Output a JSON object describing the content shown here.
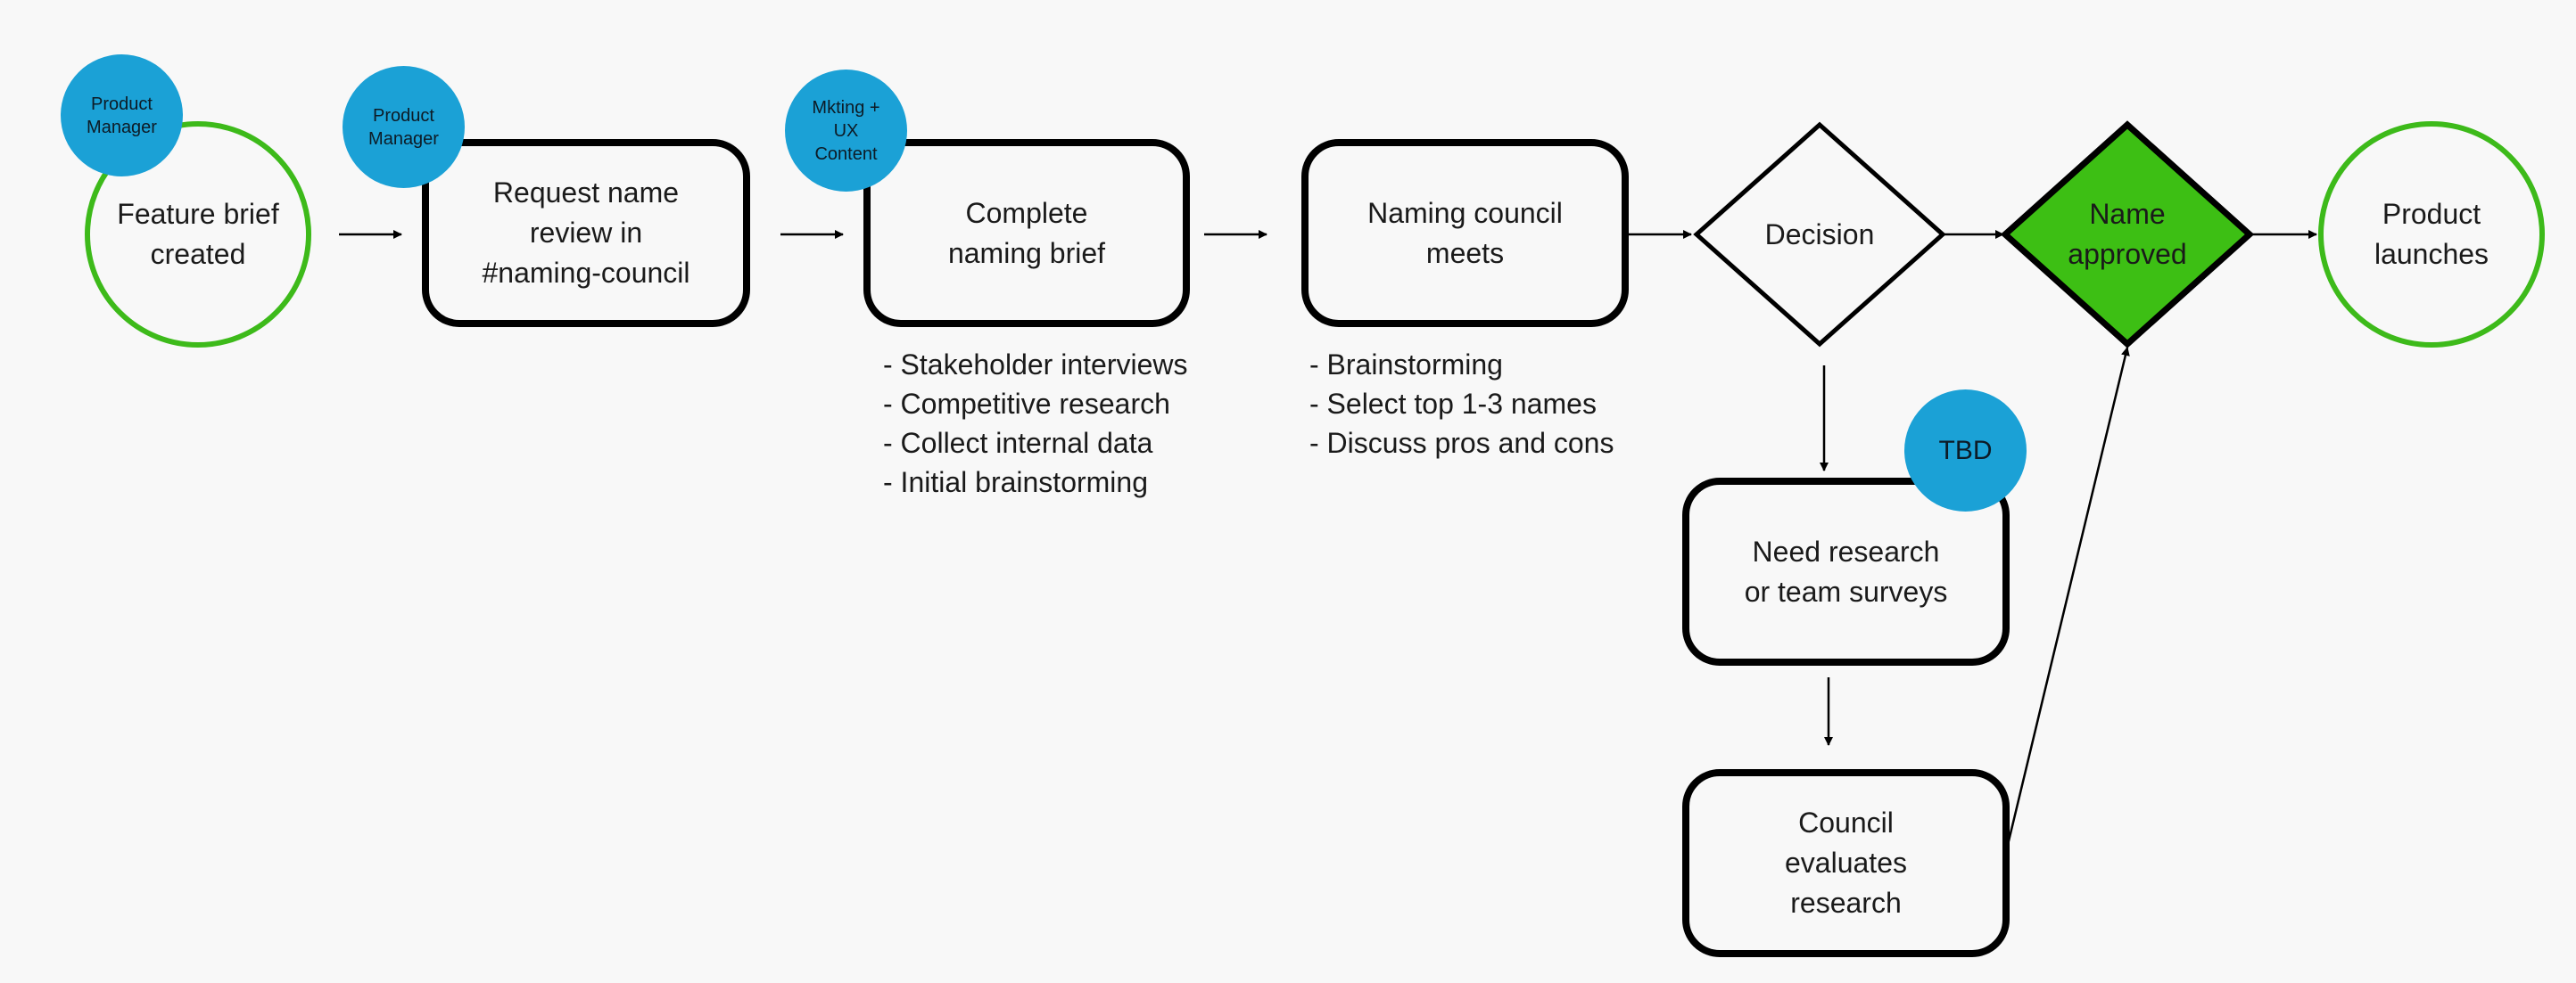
{
  "nodes": {
    "feature_brief": "Feature brief\ncreated",
    "request_review": "Request name\nreview in\n#naming-council",
    "complete_brief": "Complete\nnaming brief",
    "council_meets": "Naming council\nmeets",
    "decision": "Decision",
    "name_approved": "Name\napproved",
    "product_launches": "Product\nlaunches",
    "need_research": "Need research\nor team surveys",
    "council_evaluates": "Council\nevaluates\nresearch"
  },
  "badges": {
    "pm_1": "Product\nManager",
    "pm_2": "Product\nManager",
    "mkting": "Mkting +\nUX\nContent",
    "tbd": "TBD"
  },
  "notes": {
    "naming_brief": [
      "- Stakeholder interviews",
      "- Competitive research",
      "- Collect internal data",
      "- Initial brainstorming"
    ],
    "council": [
      "- Brainstorming",
      "- Select top 1-3 names",
      "- Discuss pros and cons"
    ]
  },
  "colors": {
    "background": "#f8f8f8",
    "badge": "#1ba1d6",
    "start_end_ring": "#3dba1a",
    "approved_fill": "#3dbf14",
    "stroke": "#000000"
  }
}
